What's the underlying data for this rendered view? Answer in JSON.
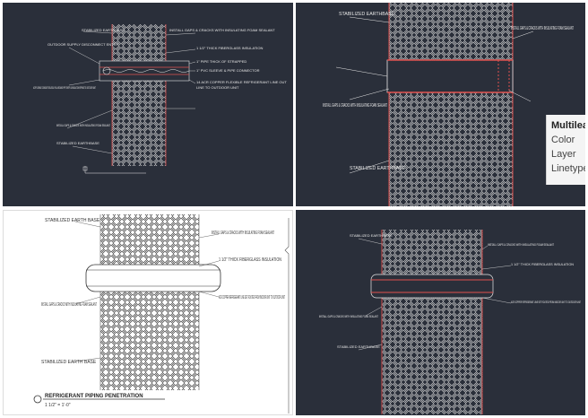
{
  "panel_1": {
    "labels": {
      "top_left": "STABILIZED EARTHBASE",
      "outdoor_supply": "OUTDOOR SUPPLY DISCONNECT ENTRY",
      "gaps_top": "INSTALL GAPS & CRACKS WITH INSULATING FOAM SEALANT",
      "fiberglass": "1 1/2\" THICK FIBERGLASS INSULATION",
      "pipe_thick": "1\" PIPE THICK OF STRAPPED",
      "sleeve": "1\" PVC SLEEVE & PIPE CONNECTOR",
      "refrig": "14 ACR COPPER FLEXIBLE REFRIGERANT LINE OUT",
      "refrig2": "LINE TO OUTDOOR UNIT",
      "left_flexible": "ACR FLEXIBLE CONDUIT SEALED & PULL AROUND PIPE ENTRY & INSULATION SPRING TO OUTDOOR UNIT",
      "gaps_bottom": "INSTALL GAPS & CRACKS WITH INSULATING FOAM SEALANT",
      "stab_bottom": "STABILIZED EARTHBASE"
    }
  },
  "panel_2": {
    "labels": {
      "stab_top": "STABILIZED EARTHBASE",
      "gaps_right": "INSTALL GAPS & CRACKS WITH INSULATING FOAM SEALANT",
      "gaps_left": "INSTALL GAPS & CRACKS WITH INSULATING FOAM SEALANT",
      "stab_bottom": "STABILIZED EARTHBASE"
    },
    "properties": {
      "title": "Multilea",
      "rows": [
        "Color",
        "Layer",
        "Linetype"
      ]
    }
  },
  "panel_3": {
    "labels": {
      "stab_top": "STABILIZED EARTH BASE",
      "gaps_top": "INSTALL GAPS & CRACKS WITH INSULATING FOAM SEALANT",
      "fiberglass": "1 1/2\" THICK FIBERGLASS INSULATION",
      "copper": "ACR COPPER REFRIGERANT LINE SET ROUTED FROM INDOOR UNIT TO OUTDOOR UNIT",
      "gaps_left": "INSTALL GAPS & CRACKS WITH INSULATING FOAM SEALANT",
      "stab_bottom": "STABILIZED EARTH BASE",
      "title": "REFRIGERANT PIPING PENETRATION",
      "scale": "1 1/2\" = 1'-0\""
    }
  },
  "panel_4": {
    "labels": {
      "stab_top": "STABILIZED EARTHBASE",
      "gaps_top": "INSTALL GAPS & CRACKS WITH INSULATING FOAM SEALANT",
      "fiberglass": "1 1/2\" THICK FIBERGLASS INSULATION",
      "copper": "ACR COPPER REFRIGERANT LINE SET ROUTED FROM INDOOR UNIT TO OUTDOOR UNIT",
      "gaps_left": "INSTALL GAPS & CRACKS WITH INSULATING FOAM SEALANT",
      "stab_bottom": "STABILIZED EARTHBASE"
    }
  },
  "colors": {
    "dark_bg": "#2a2f3a",
    "red": "#e0524f",
    "line": "#e8e8e8"
  }
}
